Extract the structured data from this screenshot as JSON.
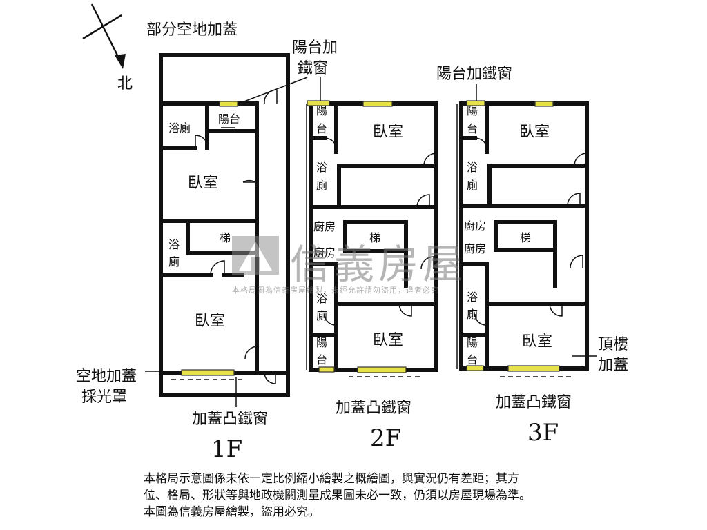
{
  "compass": {
    "north_label": "北"
  },
  "floor1": {
    "title": "1F",
    "annotation_top": "部分空地加蓋",
    "annotation_lightwell_line1": "空地加蓋",
    "annotation_lightwell_line2": "採光罩",
    "annotation_window": "加蓋凸鐵窗",
    "annotation_balcony_line1": "陽台加",
    "annotation_balcony_line2": "鐵窗",
    "rooms": {
      "bath_top": "浴廁",
      "balcony": "陽台",
      "bedroom_top": "臥室",
      "bath_mid_1": "浴",
      "bath_mid_2": "廁",
      "stairs": "梯",
      "bedroom_bottom": "臥室"
    }
  },
  "floor2": {
    "title": "2F",
    "annotation_window": "加蓋凸鐵窗",
    "rooms": {
      "balcony_top_1": "陽",
      "balcony_top_2": "台",
      "bedroom_top": "臥室",
      "bath_1": "浴",
      "bath_2": "廁",
      "kitchen_1": "廚房",
      "kitchen_2": "廚房",
      "stairs": "梯",
      "bath_low_1": "浴",
      "bath_low_2": "廁",
      "balcony_bottom_1": "陽",
      "balcony_bottom_2": "台",
      "bedroom_bottom": "臥室"
    }
  },
  "floor3": {
    "title": "3F",
    "annotation_balcony": "陽台加鐵窗",
    "annotation_window": "加蓋凸鐵窗",
    "annotation_roof_line1": "頂樓",
    "annotation_roof_line2": "加蓋",
    "rooms": {
      "balcony_top_1": "陽",
      "balcony_top_2": "台",
      "bedroom_top": "臥室",
      "bath_1": "浴",
      "bath_2": "廁",
      "kitchen_1": "廚房",
      "kitchen_2": "廚房",
      "stairs": "梯",
      "bath_low_1": "浴",
      "bath_low_2": "廁",
      "balcony_bottom_1": "陽",
      "balcony_bottom_2": "台",
      "bedroom_bottom": "臥室"
    }
  },
  "watermark": {
    "brand": "信義房屋",
    "notice": "本格局圖為信義房屋繪製，未經允許請勿盜用，違者必究"
  },
  "disclaimer": {
    "line1": "本格局示意圖係未依一定比例縮小繪製之概繪圖，與實況仍有差距；其方",
    "line2": "位、格局、形狀等與地政機關測量成果圖未必一致，仍須以房屋現場為準。",
    "line3": "本圖為信義房屋繪製，盜用必究。"
  },
  "colors": {
    "wall": "#111111",
    "window": "#e8e24a",
    "watermark": "#787878"
  }
}
